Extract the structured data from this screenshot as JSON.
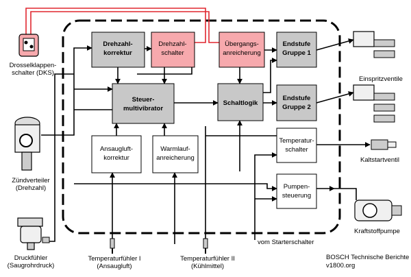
{
  "colors": {
    "gray_box": "#c8c8c8",
    "pink_box": "#f7a9ad",
    "white_box": "#ffffff",
    "red_wire": "#e0262f"
  },
  "boxes": {
    "drehzahlkorrektur": [
      "Drehzahl-",
      "korrektur"
    ],
    "drehzahlschalter": [
      "Drehzahl-",
      "schalter"
    ],
    "uebergangsanreicherung": [
      "Übergangs-",
      "anreicherung"
    ],
    "endstufe1": [
      "Endstufe",
      "Gruppe 1"
    ],
    "multivibrator": [
      "Steuer-",
      "multivibrator"
    ],
    "schaltlogik": [
      "Schaltlogik"
    ],
    "endstufe2": [
      "Endstufe",
      "Gruppe 2"
    ],
    "ansaugluftkorrektur": [
      "Ansaugluft-",
      "korrektur"
    ],
    "warmlaufanreicherung": [
      "Warmlauf-",
      "anreicherung"
    ],
    "temperaturschalter": [
      "Temperatur-",
      "schalter"
    ],
    "pumpensteuerung": [
      "Pumpen-",
      "steuerung"
    ]
  },
  "components": {
    "dks": [
      "Drosselklappen-",
      "schalter (DKS)"
    ],
    "zuendverteiler": [
      "Zündverteiler",
      "(Drehzahl)"
    ],
    "druckfuehler": [
      "Druckfühler",
      "(Saugrohrdruck)"
    ],
    "temp1": [
      "Temperaturfühler I",
      "(Ansaugluft)"
    ],
    "temp2": [
      "Temperaturfühler II",
      "(Kühlmittel)"
    ],
    "einspritzventile": "Einspritzventile",
    "kaltstartventil": "Kaltstartventil",
    "kraftstoffpumpe": "Kraftstoffpumpe",
    "starterschalter": "vom Starterschalter"
  },
  "source": [
    "BOSCH Technische Berichte",
    "v1800.org"
  ]
}
